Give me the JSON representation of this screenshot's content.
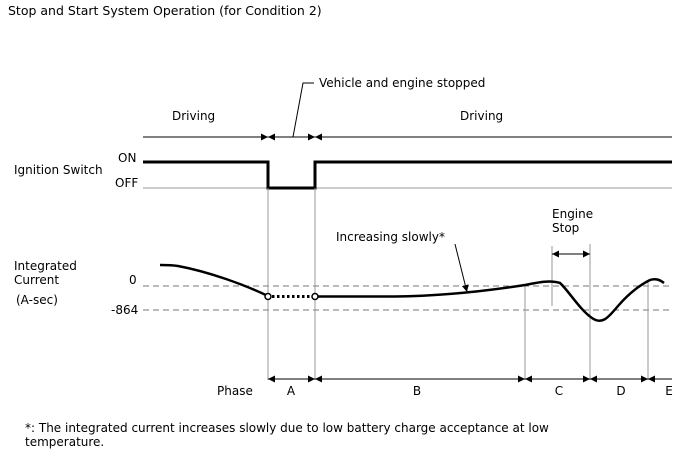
{
  "title": "Stop and Start System Operation (for Condition 2)",
  "top_labels": {
    "driving_left": "Driving",
    "driving_right": "Driving",
    "stopped_callout": "Vehicle and engine stopped"
  },
  "ignition": {
    "label": "Ignition Switch",
    "on": "ON",
    "off": "OFF"
  },
  "current": {
    "label_line1": "Integrated",
    "label_line2": "Current",
    "unit": "(A-sec)",
    "level_zero": "0",
    "level_low": "-864",
    "slow_annotation": "Increasing slowly*",
    "engine_stop_line1": "Engine",
    "engine_stop_line2": "Stop"
  },
  "phases": {
    "label": "Phase",
    "a": "A",
    "b": "B",
    "c": "C",
    "d": "D",
    "e": "E"
  },
  "footnote": {
    "line1": "*: The integrated current increases slowly due to low battery charge acceptance at low",
    "line2": "temperature."
  }
}
